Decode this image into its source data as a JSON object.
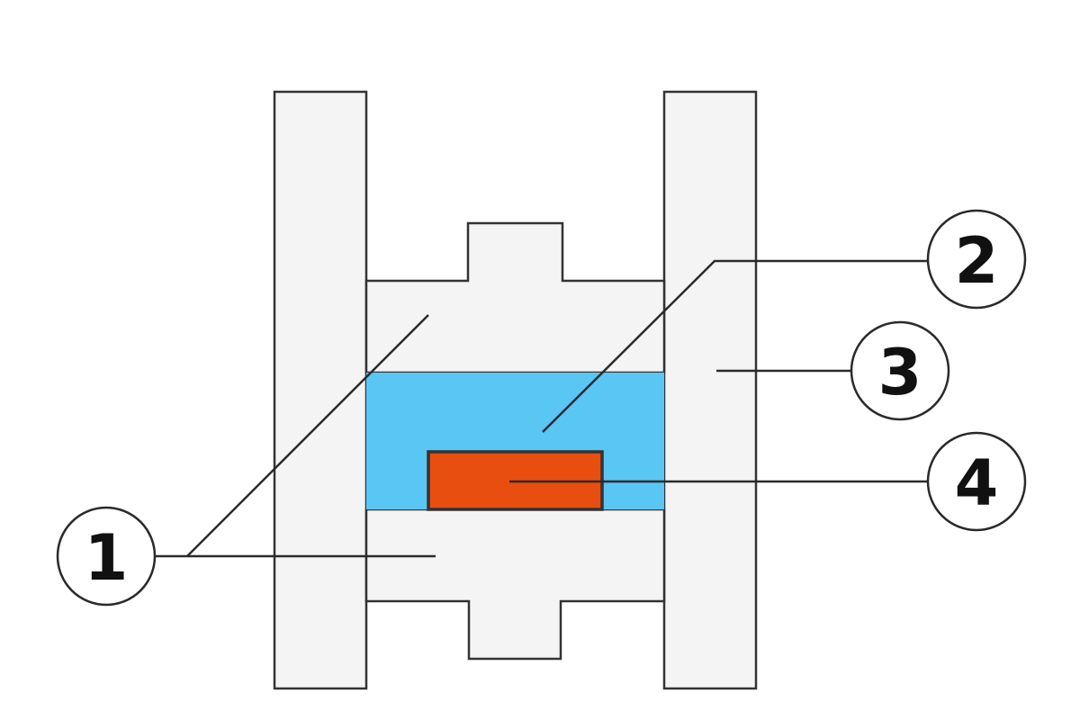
{
  "colors": {
    "outer_plate": "#f4f4f4",
    "punch": "#f4f4f4",
    "material": "#5ac6f3",
    "insert": "#e84e10",
    "outline": "#333333"
  },
  "callouts": [
    {
      "label": "1"
    },
    {
      "label": "2"
    },
    {
      "label": "3"
    },
    {
      "label": "4"
    }
  ]
}
